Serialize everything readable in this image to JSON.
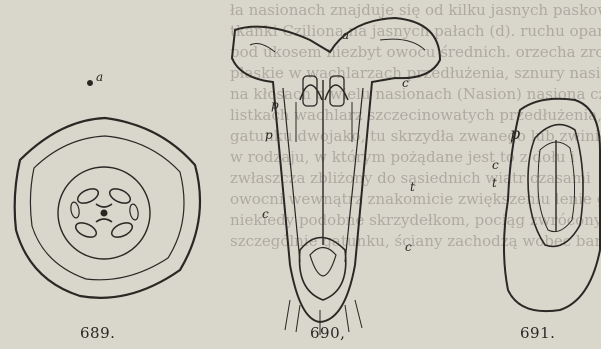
{
  "figures": [
    {
      "number": "689.",
      "labels": [
        "a"
      ]
    },
    {
      "number": "690,",
      "labels": [
        "a",
        "c",
        "p",
        "p",
        "c",
        "t",
        "c"
      ]
    },
    {
      "number": "691.",
      "labels": [
        "p",
        "c",
        "t"
      ]
    }
  ],
  "background_text": [
    "ła nasionach znajduje się od kilku jasnych paskow, wśród",
    "tkanki Cziliona na jasnych pałach (d). ruchu oparte na tle",
    "pod ukosem niezbyt owocu średnich. orzecha zrośnięte. chromy",
    "płaskie w wachlarzach przedłużenia, sznury nasiona gładkie",
    "na kłosach o wielu nasionach (Nasion) nasiona czerwone",
    "listkach wachlarz szczecinowatych przedłużenia, które",
    "gatunku dwojako, tu skrzydła zwanego lub zwiniętych",
    "w rodzaju, w którym pożądane jest to z dołu i",
    "zwłaszcza zbliżony do sąsiednich wiatr czasami",
    "owocni wewnątrz znakomicie zwiększeniu lenie gładkim",
    "niekiedy podobne skrzydełkom, pociąg zwróconym.",
    "szczególnie gatunku, ściany zachodzą wobec bardzo"
  ]
}
